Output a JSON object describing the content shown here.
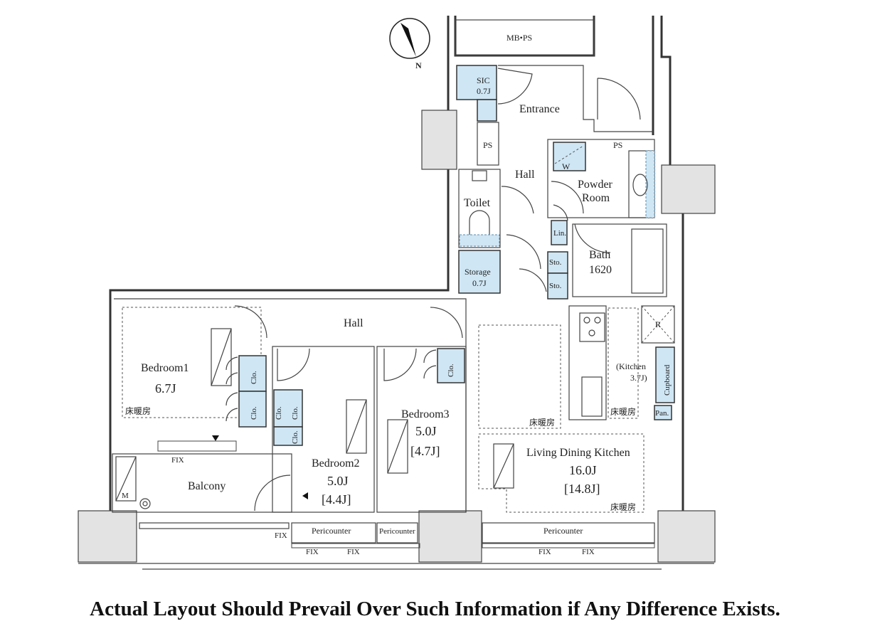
{
  "compass": {
    "north_label": "N"
  },
  "rooms": {
    "mb_ps": "MB•PS",
    "sic": "SIC",
    "sic_size": "0.7J",
    "entrance": "Entrance",
    "ps_left": "PS",
    "ps_right": "PS",
    "hall_upper": "Hall",
    "toilet": "Toilet",
    "washer": "W",
    "powder_line1": "Powder",
    "powder_line2": "Room",
    "linen": "Lin.",
    "bath": "Bath",
    "bath_size": "1620",
    "sto_upper": "Sto.",
    "sto_lower": "Sto.",
    "storage": "Storage",
    "storage_size": "0.7J",
    "hall_lower": "Hall",
    "fridge": "R",
    "kitchen_line1": "(Kitchen",
    "kitchen_line2": "3.7J)",
    "cupboard": "Cupboard",
    "pantry": "Pan.",
    "bedroom1": "Bedroom1",
    "bedroom1_size": "6.7J",
    "floor_heating": "床暖房",
    "clo": "Clo.",
    "bedroom2": "Bedroom2",
    "bedroom2_size": "5.0J",
    "bedroom2_size_alt": "[4.4J]",
    "bedroom3": "Bedroom3",
    "bedroom3_size": "5.0J",
    "bedroom3_size_alt": "[4.7J]",
    "ldk": "Living Dining Kitchen",
    "ldk_size": "16.0J",
    "ldk_size_alt": "[14.8J]",
    "balcony": "Balcony",
    "meter": "M",
    "fix": "FIX",
    "pericounter": "Pericounter"
  },
  "disclaimer": "Actual Layout Should Prevail Over Such Information if Any Difference Exists."
}
